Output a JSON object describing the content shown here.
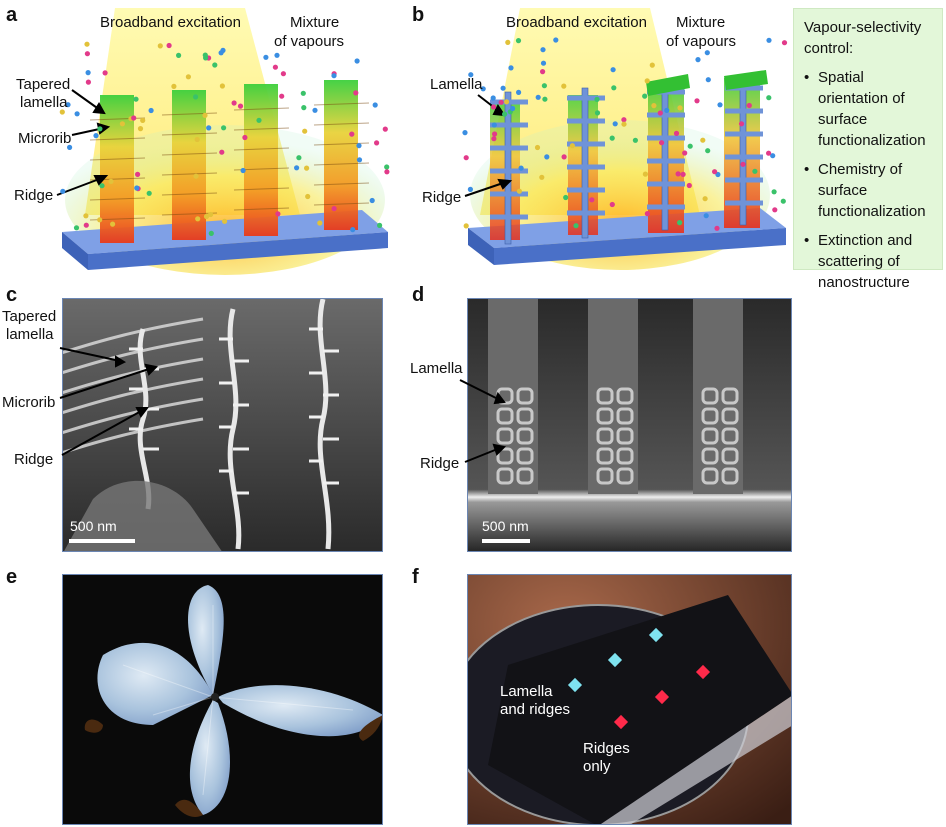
{
  "panels": {
    "a": {
      "letter": "a",
      "excitation": "Broadband excitation",
      "mixture_line1": "Mixture",
      "mixture_line2": "of vapours",
      "tapered_line1": "Tapered",
      "tapered_line2": "lamella",
      "microrib": "Microrib",
      "ridge": "Ridge"
    },
    "b": {
      "letter": "b",
      "excitation": "Broadband excitation",
      "mixture_line1": "Mixture",
      "mixture_line2": "of vapours",
      "lamella": "Lamella",
      "ridge": "Ridge"
    },
    "c": {
      "letter": "c",
      "tapered_line1": "Tapered",
      "tapered_line2": "lamella",
      "microrib": "Microrib",
      "ridge": "Ridge",
      "scale": "500 nm"
    },
    "d": {
      "letter": "d",
      "lamella": "Lamella",
      "ridge": "Ridge",
      "scale": "500 nm"
    },
    "e": {
      "letter": "e"
    },
    "f": {
      "letter": "f",
      "lamella_line1": "Lamella",
      "lamella_line2": "and ridges",
      "ridges_line1": "Ridges",
      "ridges_line2": "only"
    }
  },
  "sidebar": {
    "title_line1": "Vapour-selectivity",
    "title_line2": "control:",
    "bullet": "•",
    "items": [
      "Spatial orientation of surface functionalization",
      "Chemistry of surface functionalization",
      "Extinction and scattering of nanostructure"
    ]
  },
  "colors": {
    "substrate": "#5b82d6",
    "lamella_blue": "#6f93d8",
    "frame": "#6b86b3",
    "sidebar_bg": "#e3f7d9",
    "cyan_spot": "#7fe3f0",
    "red_spot": "#ff2a4a"
  }
}
